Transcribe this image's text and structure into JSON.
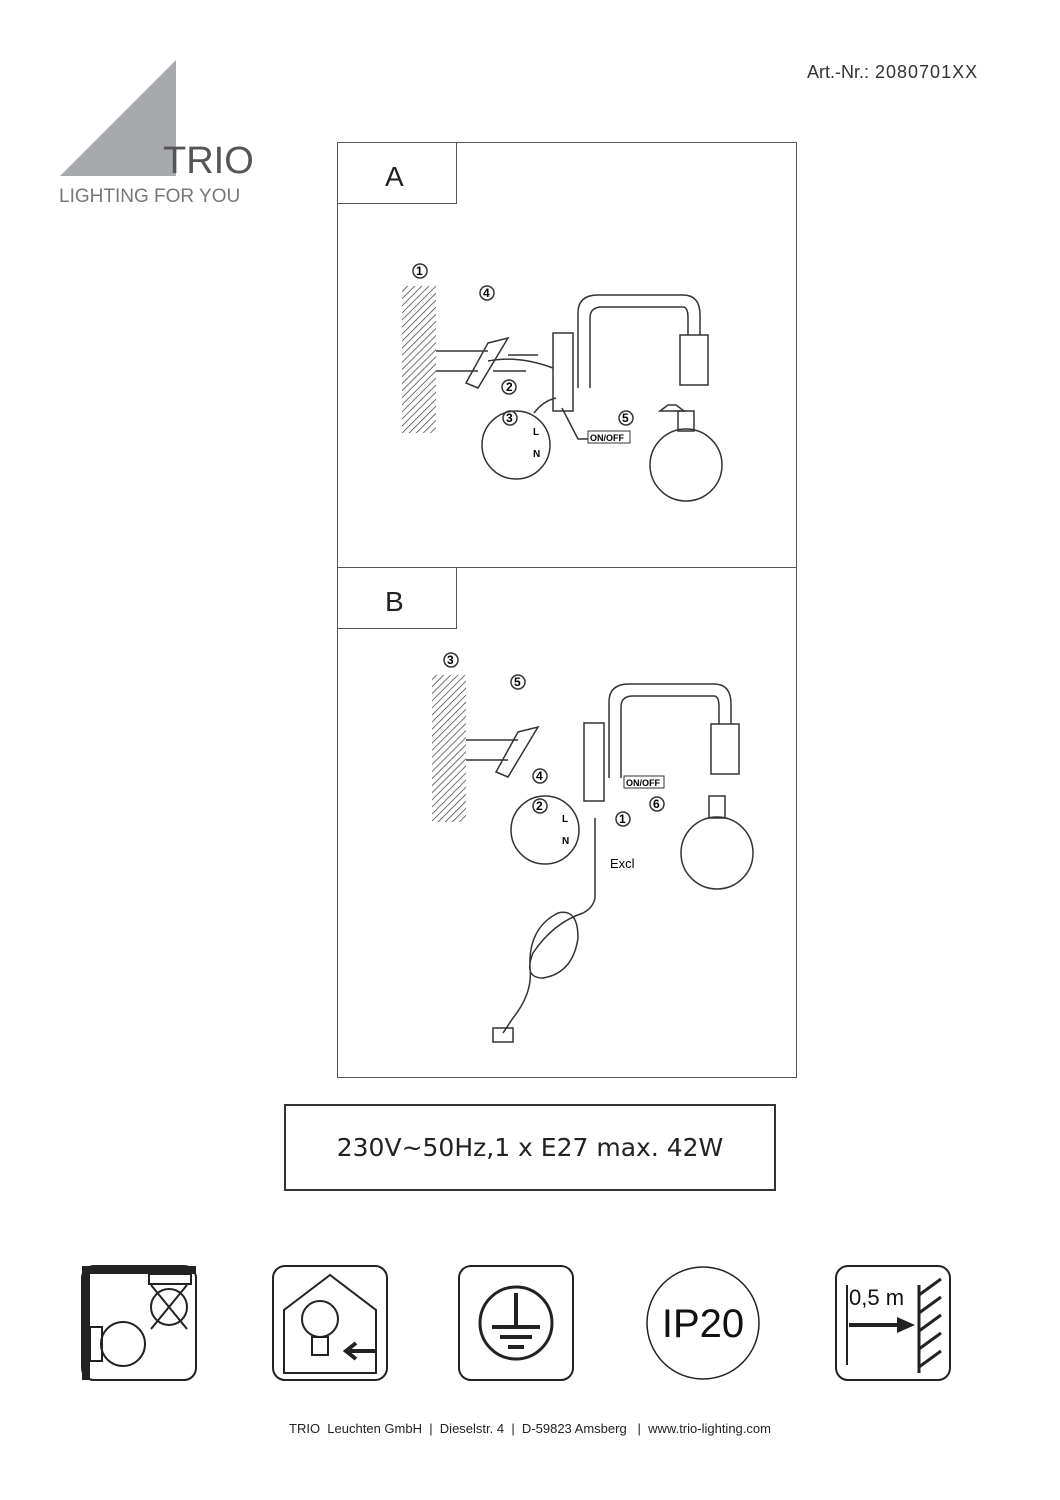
{
  "header": {
    "art_label": "Art.-Nr.:",
    "art_number": "2080701XX"
  },
  "logo": {
    "brand": "TRIO",
    "tagline": "LIGHTING FOR YOU"
  },
  "panels": [
    {
      "label": "A",
      "steps": [
        "1",
        "4",
        "2",
        "3",
        "5"
      ],
      "switch": "ON/OFF",
      "wiring": [
        "L",
        "N"
      ]
    },
    {
      "label": "B",
      "steps": [
        "3",
        "5",
        "4",
        "2",
        "6",
        "1"
      ],
      "switch": "ON/OFF",
      "wiring": [
        "L",
        "N"
      ],
      "note": "Excl"
    }
  ],
  "spec": "230V~50Hz,1 x E27   max.  42W",
  "icons": [
    {
      "name": "wall-mount-only-icon"
    },
    {
      "name": "indoor-use-icon"
    },
    {
      "name": "protection-class-1-earth-icon"
    },
    {
      "name": "ip-rating-icon",
      "text": "IP20"
    },
    {
      "name": "min-distance-icon",
      "text": "0,5 m"
    }
  ],
  "footer": "TRIO  Leuchten GmbH  |  Dieselstr. 4  |  D-59823 Amsberg   |  www.trio-lighting.com"
}
